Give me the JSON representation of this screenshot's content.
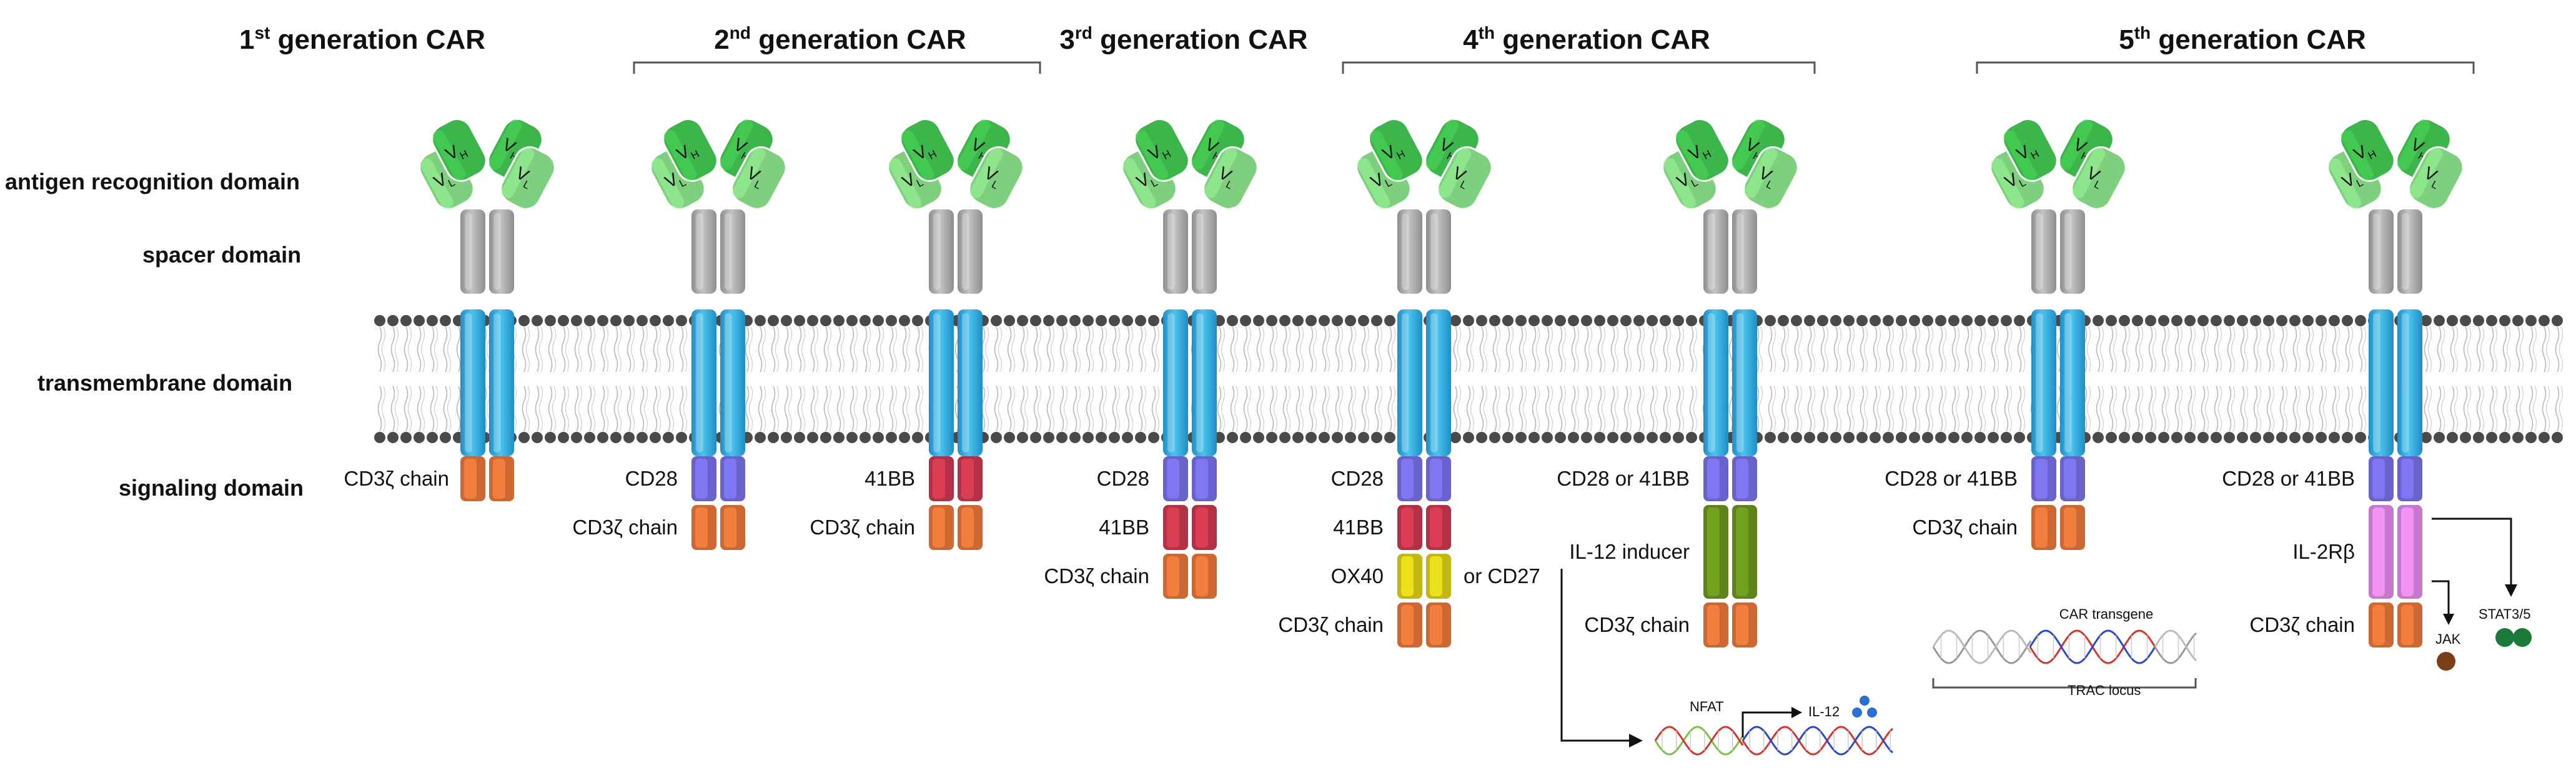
{
  "generations": [
    {
      "ord": "1",
      "sup": "st",
      "rest": " generation CAR"
    },
    {
      "ord": "2",
      "sup": "nd",
      "rest": " generation CAR"
    },
    {
      "ord": "3",
      "sup": "rd",
      "rest": " generation CAR"
    },
    {
      "ord": "4",
      "sup": "th",
      "rest": " generation CAR"
    },
    {
      "ord": "5",
      "sup": "th",
      "rest": " generation CAR"
    }
  ],
  "domains": {
    "antigen": "antigen recognition domain",
    "spacer": "spacer domain",
    "transmembrane": "transmembrane domain",
    "signaling": "signaling domain"
  },
  "vregion": {
    "h_main": "V",
    "h_sub": "H",
    "l_main": "V",
    "l_sub": "L"
  },
  "constructs": [
    {
      "segments": [
        {
          "label": "CD3ζ chain",
          "color": "#f07a3c"
        }
      ],
      "extra": ""
    },
    {
      "segments": [
        {
          "label": "CD28",
          "color": "#7b73ee"
        },
        {
          "label": "CD3ζ chain",
          "color": "#f07a3c"
        }
      ],
      "extra": ""
    },
    {
      "segments": [
        {
          "label": "41BB",
          "color": "#d23a52"
        },
        {
          "label": "CD3ζ chain",
          "color": "#f07a3c"
        }
      ],
      "extra": ""
    },
    {
      "segments": [
        {
          "label": "CD28",
          "color": "#7b73ee"
        },
        {
          "label": "41BB",
          "color": "#d23a52"
        },
        {
          "label": "CD3ζ chain",
          "color": "#f07a3c"
        }
      ],
      "extra": ""
    },
    {
      "segments": [
        {
          "label": "CD28",
          "color": "#7b73ee"
        },
        {
          "label": "41BB",
          "color": "#d23a52"
        },
        {
          "label": "OX40",
          "color": "#e3d81a"
        },
        {
          "label": "CD3ζ chain",
          "color": "#f07a3c"
        }
      ],
      "extra": "or CD27"
    },
    {
      "segments": [
        {
          "label": "CD28 or 41BB",
          "color": "#7b73ee"
        },
        {
          "label": "IL-12 inducer",
          "color": "#6f9a1f"
        },
        {
          "label": "CD3ζ chain",
          "color": "#f07a3c"
        }
      ],
      "extra": ""
    },
    {
      "segments": [
        {
          "label": "CD28 or 41BB",
          "color": "#7b73ee"
        },
        {
          "label": "CD3ζ chain",
          "color": "#f07a3c"
        }
      ],
      "extra": ""
    },
    {
      "segments": [
        {
          "label": "CD28 or 41BB",
          "color": "#7b73ee"
        },
        {
          "label": "IL-2Rβ",
          "color": "#e98ef0"
        },
        {
          "label": "CD3ζ chain",
          "color": "#f07a3c"
        }
      ],
      "extra": ""
    }
  ],
  "nfat": {
    "label": "NFAT",
    "product": "IL-12"
  },
  "trac": {
    "top_label": "CAR transgene",
    "bottom_label": "TRAC locus"
  },
  "signaling_5th": {
    "jak": "JAK",
    "stat": "STAT3/5"
  },
  "colors": {
    "vh": "#3cb54a",
    "vl": "#7fd07e",
    "spacer": "#a9a9a9",
    "tm": "#27a9dd",
    "lipid_head": "#4a4a4a",
    "jak": "#7a3e14",
    "stat": "#1a7a3a",
    "il12_dots": "#2a6fd1",
    "dna_a": "#d9342b",
    "dna_b": "#2b47d1",
    "dna_c": "#7cc243",
    "dna_grey": "#999999"
  }
}
